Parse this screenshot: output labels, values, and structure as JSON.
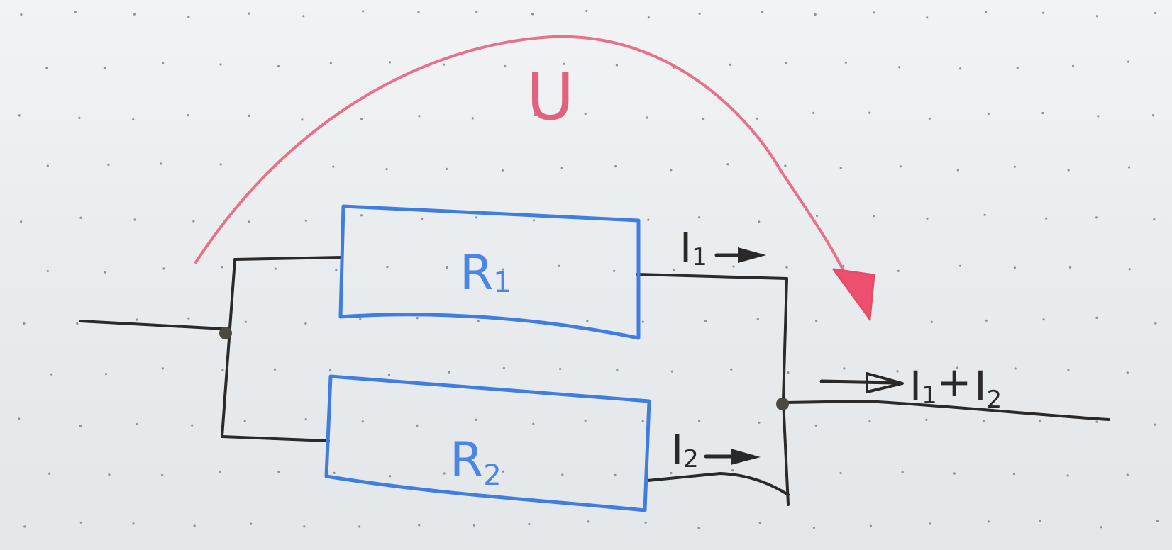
{
  "diagram": {
    "voltage_label": "U",
    "resistors": [
      {
        "letter": "R",
        "subscript": "1"
      },
      {
        "letter": "R",
        "subscript": "2"
      }
    ],
    "currents": {
      "branch_1": {
        "letter": "I",
        "subscript": "1"
      },
      "branch_2": {
        "letter": "I",
        "subscript": "2"
      },
      "total": {
        "letter_a": "I",
        "sub_a": "1",
        "plus": "+",
        "letter_b": "I",
        "sub_b": "2"
      }
    },
    "colors": {
      "wire": "#2b2a2a",
      "resistor": "#3f7de0",
      "voltage": "#ea6f8a",
      "board": "#eceff1"
    }
  }
}
